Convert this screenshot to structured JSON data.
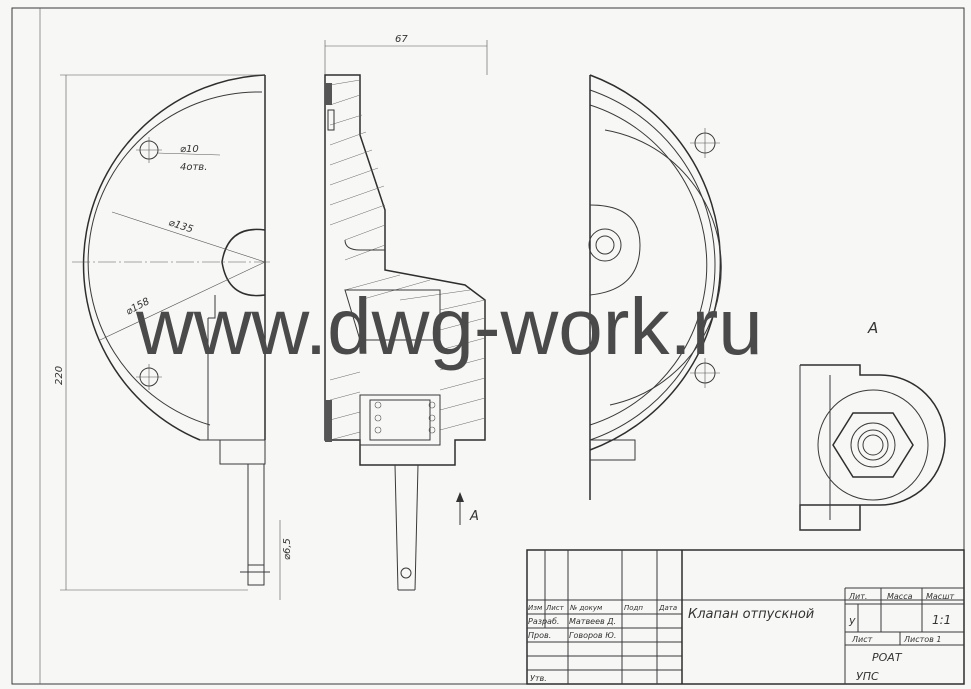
{
  "watermark": "www.dwg-work.ru",
  "dimensions": {
    "width_67": "67",
    "height_220": "220",
    "hole_d10": "⌀10",
    "hole_count": "4отв.",
    "d135": "⌀135",
    "d158": "⌀158",
    "d6_5": "⌀6,5"
  },
  "view_labels": {
    "section_arrow": "A",
    "view_a": "A"
  },
  "title_block": {
    "col_izm": "Изм",
    "col_list": "Лист",
    "col_doc": "№ докум",
    "col_sign": "Подп",
    "col_date": "Дата",
    "row_razrab": "Разраб.",
    "row_prov": "Пров.",
    "row_utv": "Утв.",
    "developer_name": "Матвеев Д.",
    "checker_name": "Говоров Ю.",
    "drawing_title": "Клапан отпускной",
    "lit_label": "Лит.",
    "mass_label": "Масса",
    "scale_label": "Масшт",
    "lit_value": "у",
    "scale_value": "1:1",
    "sheet_label": "Лист",
    "sheets_label": "Листов 1",
    "org_1": "РОАТ",
    "org_2": "УПС"
  }
}
